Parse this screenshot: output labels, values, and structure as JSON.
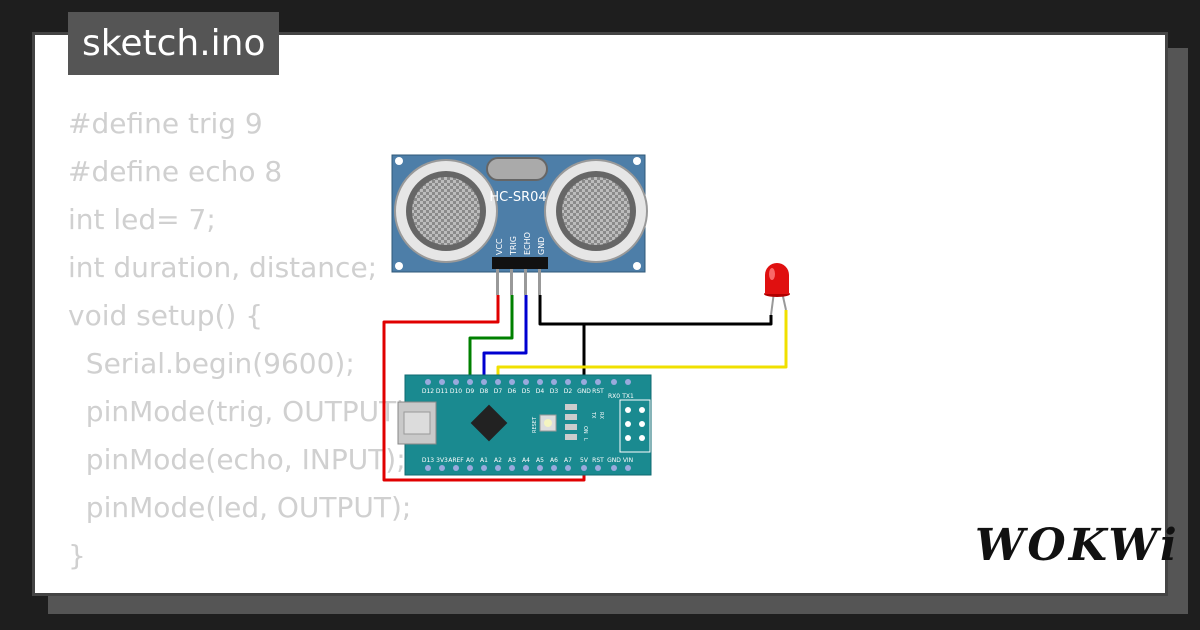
{
  "file": {
    "name": "sketch.ino"
  },
  "code_lines": [
    "#define trig 9",
    "#define echo 8",
    "int led= 7;",
    "int duration, distance;",
    "void setup() {",
    "  Serial.begin(9600);",
    "  pinMode(trig, OUTPUT);",
    "  pinMode(echo, INPUT);",
    "  pinMode(led, OUTPUT);",
    "}"
  ],
  "sensor": {
    "model": "HC-SR04",
    "pins": [
      "VCC",
      "TRIG",
      "ECHO",
      "GND"
    ]
  },
  "arduino": {
    "top_pins": [
      "D12",
      "D11",
      "D10",
      "D9",
      "D8",
      "D7",
      "D6",
      "D5",
      "D4",
      "D3",
      "D2",
      "GND",
      "RST",
      "RX0",
      "TX1"
    ],
    "bottom_pins": [
      "D13",
      "3V3",
      "AREF",
      "A0",
      "A1",
      "A2",
      "A3",
      "A4",
      "A5",
      "A6",
      "A7",
      "5V",
      "RST",
      "GND",
      "VIN"
    ],
    "labels": [
      "RESET",
      "TX",
      "RX",
      "ON",
      "L"
    ]
  },
  "led": {
    "color_name": "red"
  },
  "wires": {
    "vcc_color": "#e00000",
    "trig_color": "#008000",
    "echo_color": "#0000d0",
    "gnd_color": "#000000",
    "led_color": "#f0e000"
  },
  "brand": {
    "logo": "WOKWi"
  }
}
